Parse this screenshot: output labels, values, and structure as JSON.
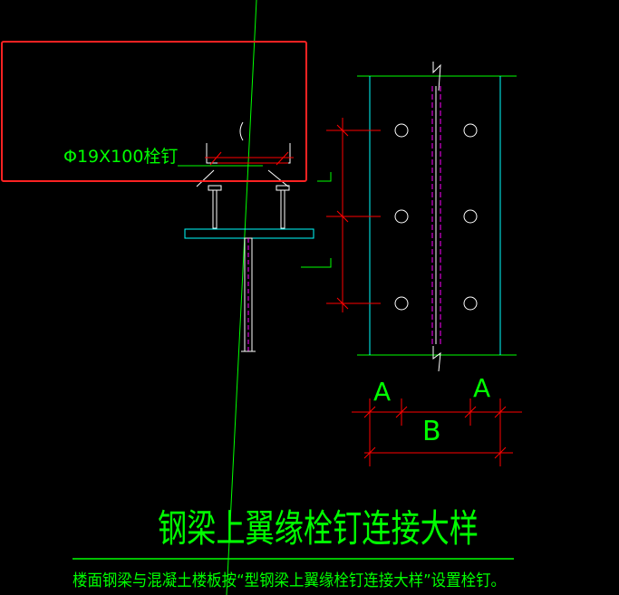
{
  "colors": {
    "background": "#000000",
    "green": "#00ff00",
    "cyan": "#00ffff",
    "red": "#ff0000",
    "magenta": "#ff00ff",
    "white": "#ffffff",
    "highlight": "#ff2222"
  },
  "labels": {
    "stud_callout": "Φ19X100栓钉",
    "dim_a_left": "A",
    "dim_a_right": "A",
    "dim_b": "B",
    "title": "钢梁上翼缘栓钉连接大样",
    "note": "楼面钢梁与混凝土楼板按“型钢梁上翼缘栓钉连接大样”设置栓钉。"
  }
}
